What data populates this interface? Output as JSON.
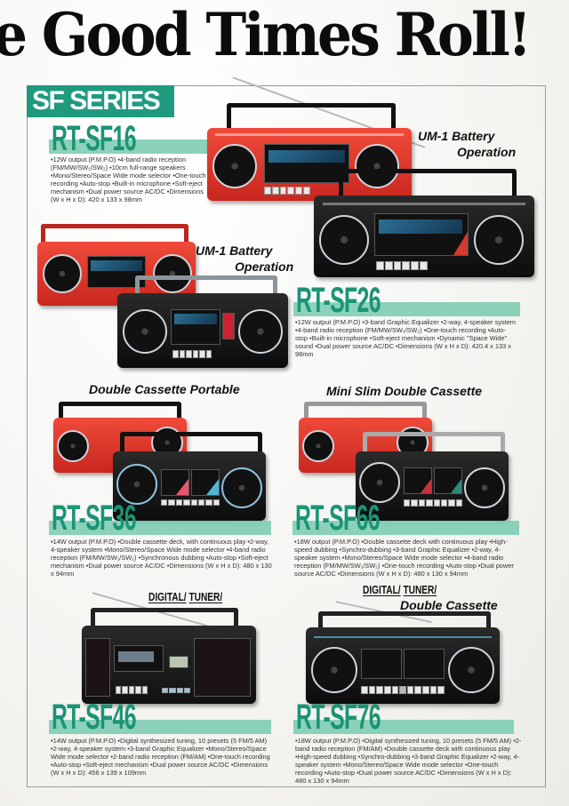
{
  "headline": "e Good Times Roll!",
  "series_badge": "SF SERIES",
  "colors": {
    "accent_green": "#1f9a7f",
    "model_bar": "#7fcdb2",
    "boombox_red": "#e2342a",
    "boombox_black": "#141414"
  },
  "products": [
    {
      "model": "RT-SF16",
      "callout": [
        "UM-1 Battery",
        "Operation"
      ],
      "specs": "•12W output (P.M.P.O) •4-band radio reception (FM/MW/SW₁/SW₂) •10cm full-range speakers •Mono/Stereo/Space Wide mode selector •One-touch recording •Auto-stop •Built-in microphone •Soft-eject mechanism •Dual power source AC/DC •Dimensions (W x H x D): 420 x 133 x 98mm"
    },
    {
      "model": "RT-SF26",
      "callout": [
        "UM-1 Battery",
        "Operation"
      ],
      "specs": "•12W output (P.M.P.O) •3-band Graphic Equalizer •2-way, 4-speaker system •4-band radio reception (FM/MW/SW₁/SW₂) •One-touch recording •Auto-stop •Built-in microphone •Soft-eject mechanism •Dynamic \"Space Wide\" sound •Dual power source AC/DC •Dimensions (W x H x D): 420.4 x 133 x 98mm"
    },
    {
      "model": "RT-SF36",
      "callout": [
        "Double Cassette Portable"
      ],
      "specs": "•14W output (P.M.P.O) •Double cassette deck, with continuous play •2-way, 4-speaker system •Mono/Stereo/Space Wide mode selector •4-band radio reception (FM/MW/SW₁/SW₂) •Synchronous dubbing •Auto-stop •Soft-eject mechanism •Dual power source AC/DC •Dimensions (W x H x D): 480 x 130 x 94mm"
    },
    {
      "model": "RT-SF66",
      "callout": [
        "Mini Slim Double Cassette"
      ],
      "specs": "•18W output (P.M.P.O) •Double cassette deck with continuous play •High-speed dubbing •Synchro-dubbing •3-band Graphic Equalizer •2-way, 4-speaker system •Mono/Stereo/Space Wide mode selector •4-band radio reception (FM/MW/SW₁/SW₂) •One-touch recording •Auto-stop •Dual power source AC/DC •Dimensions (W x H x D): 480 x 130 x 94mm"
    },
    {
      "model": "RT-SF46",
      "callout": [
        "DIGITAL/",
        "TUNER/"
      ],
      "specs": "•14W output (P.M.P.O) •Digital synthesized tuning, 10 presets (5 FM/5 AM) •2-way, 4-speaker system •3-band Graphic Equalizer •Mono/Stereo/Space Wide mode selector •2-band radio reception (FM/AM) •One-touch recording •Auto-stop •Soft-eject mechanism •Dual power source AC/DC •Dimensions (W x H x D): 456 x 139 x 109mm"
    },
    {
      "model": "RT-SF76",
      "callout": [
        "DIGITAL/",
        "TUNER/",
        "Double Cassette"
      ],
      "specs": "•18W output (P.M.P.O) •Digital synthesized tuning, 10 presets (5 FM/5 AM) •2-band radio reception (FM/AM) •Double cassette deck with continuous play •High-speed dubbing •Synchro-dubbing •3-band Graphic Equalizer •2-way, 4-speaker system •Mono/Stereo/Space Wide mode selector •One-touch recording •Auto-stop •Dual power source AC/DC •Dimensions (W x H x D): 480 x 130 x 94mm"
    }
  ]
}
